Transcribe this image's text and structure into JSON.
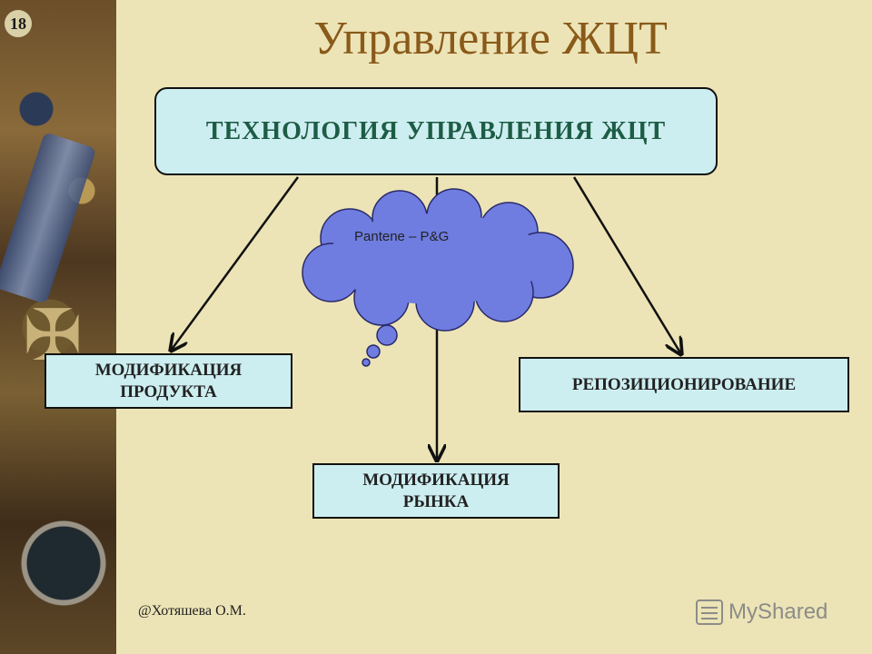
{
  "slide": {
    "number": "18",
    "title": "Управление ЖЦТ",
    "footer": "@Хотяшева О.М.",
    "watermark": "MyShared"
  },
  "diagram": {
    "main_node": "ТЕХНОЛОГИЯ УПРАВЛЕНИЯ ЖЦТ",
    "nodes": {
      "product_line1": "МОДИФИКАЦИЯ",
      "product_line2": "ПРОДУКТА",
      "market_line1": "МОДИФИКАЦИЯ",
      "market_line2": "РЫНКА",
      "repositioning": "РЕПОЗИЦИОНИРОВАНИЕ"
    },
    "callout": "Pantene – P&G"
  },
  "colors": {
    "background": "#ece4b6",
    "title": "#8a5a1a",
    "box_fill": "#cdeef0",
    "main_text": "#1d5c45",
    "cloud": "#6f7de0"
  },
  "icons": [
    "slide-number-badge",
    "decorative-side-panel",
    "myshared-logo-icon"
  ]
}
